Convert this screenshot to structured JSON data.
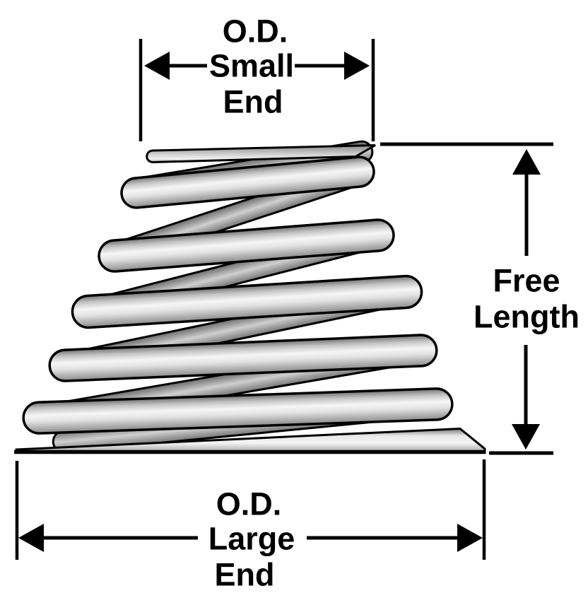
{
  "illustration": {
    "name": "conical-compression-spring",
    "coil_count": 6,
    "orientation": "small end up, large end down"
  },
  "colors": {
    "background": "#ffffff",
    "line": "#000000",
    "text": "#000000",
    "tube_dark": "#6f6f6f",
    "tube_mid": "#c2c2c2",
    "tube_highlight": "#f6f6f6",
    "tube_lower": "#8a8a8a",
    "strand_dark": "#6b6b6b",
    "strand_light": "#cfcfcf"
  },
  "dimensions": {
    "od_small_end": {
      "lines": [
        "O.D.",
        "Small",
        "End"
      ]
    },
    "free_length": {
      "lines": [
        "Free",
        "Length"
      ]
    },
    "od_large_end": {
      "lines": [
        "O.D.",
        "Large",
        "End"
      ]
    }
  }
}
